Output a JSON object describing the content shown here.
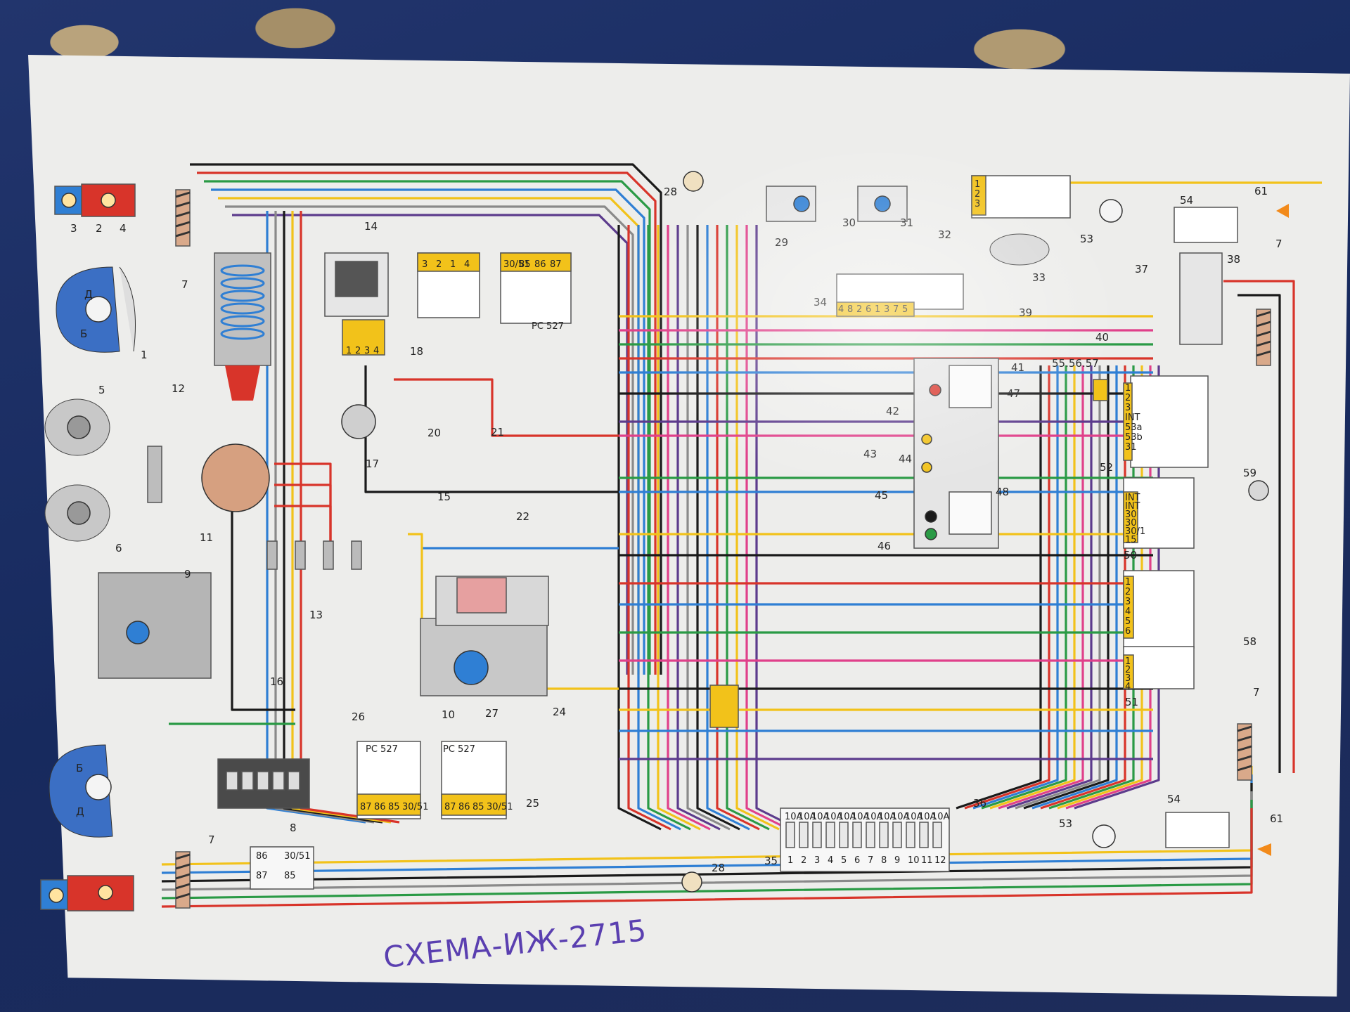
{
  "caption": "СХЕМА-ИЖ-2715",
  "component_numbers": [
    "1",
    "2",
    "3",
    "4",
    "5",
    "6",
    "7",
    "8",
    "9",
    "10",
    "11",
    "12",
    "13",
    "14",
    "15",
    "16",
    "17",
    "18",
    "20",
    "21",
    "22",
    "24",
    "25",
    "26",
    "27",
    "28",
    "29",
    "30",
    "31",
    "32",
    "33",
    "34",
    "35",
    "36",
    "37",
    "38",
    "39",
    "40",
    "41",
    "42",
    "43",
    "44",
    "45",
    "46",
    "47",
    "48",
    "50",
    "51",
    "52",
    "53",
    "54",
    "55.56.57",
    "58",
    "59",
    "61"
  ],
  "lamp_letters": {
    "top_left_D": "Д",
    "top_left_B": "Б",
    "bottom_left_B": "Б",
    "bottom_left_D": "Д"
  },
  "pin_labels": {
    "relay18": [
      "3",
      "2",
      "1",
      "4"
    ],
    "relay21": [
      "30/51",
      "85",
      "86",
      "87"
    ],
    "relay_model": "PC 527",
    "relay26": [
      "87",
      "86",
      "85",
      "30/51"
    ],
    "relay27": [
      "87",
      "86",
      "85",
      "30/51"
    ],
    "block34": [
      "4",
      "8",
      "2",
      "6",
      "1",
      "3",
      "7",
      "5"
    ],
    "block14": [
      "1",
      "2",
      "3",
      "4"
    ],
    "block32": [
      "1",
      "2",
      "3"
    ],
    "switch52": [
      "INT",
      "INT",
      "30",
      "30",
      "30/1",
      "15"
    ],
    "switch50": [
      "1",
      "2",
      "3",
      "4",
      "5",
      "6"
    ],
    "switch51": [
      "1",
      "2",
      "3",
      "4"
    ],
    "switch55": [
      "1",
      "2",
      "3",
      "INT",
      "53a",
      "53b",
      "31"
    ],
    "fuse_ids": [
      "1",
      "2",
      "3",
      "4",
      "5",
      "6",
      "7",
      "8",
      "9",
      "10",
      "11",
      "12"
    ],
    "fuse_rating": "10A",
    "relay_small": [
      "86",
      "30/51",
      "87",
      "85"
    ]
  },
  "wire_colors": {
    "black": "#1a1a1a",
    "red": "#d8342a",
    "blue": "#2f7fd4",
    "green": "#2a9a45",
    "yellow": "#f2c21a",
    "pink": "#e0408a",
    "violet": "#5c3b8c",
    "grey": "#8a8a8a",
    "brown": "#7a4a2a",
    "orange": "#f28a1a"
  }
}
